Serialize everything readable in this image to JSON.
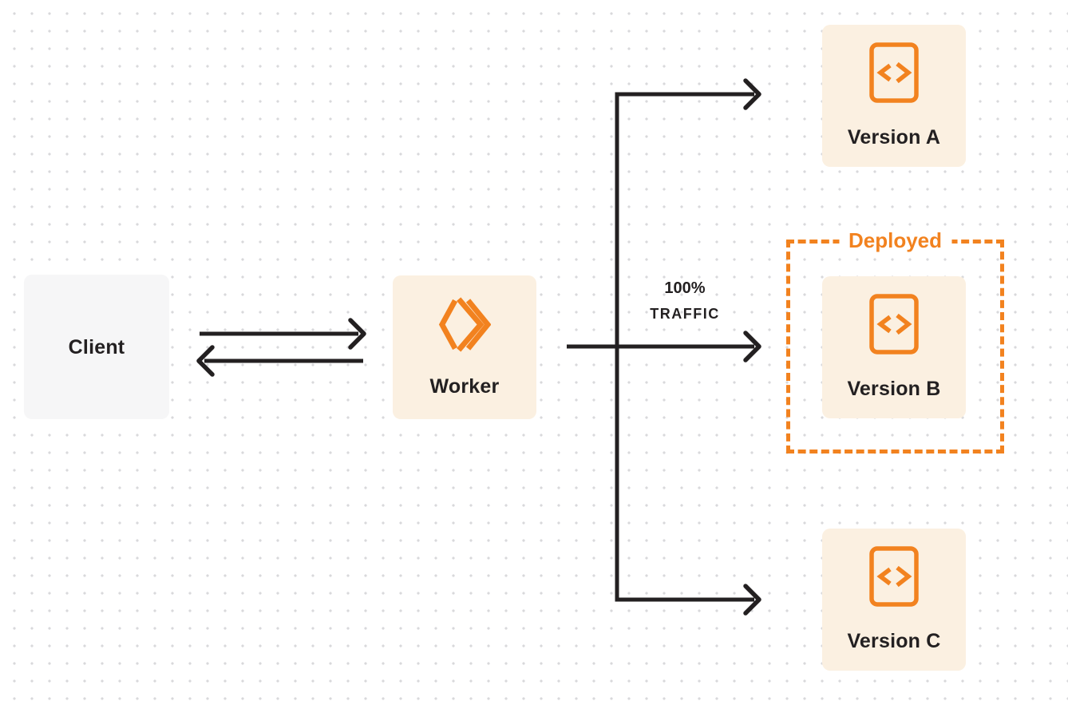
{
  "colors": {
    "accent_orange": "#f2821f",
    "node_fill_cream": "#fbf0e1",
    "client_fill_gray": "#f6f6f7",
    "line_ink": "#232021",
    "background": "#ffffff",
    "dot_grid": "#d9d9db"
  },
  "nodes": {
    "client": {
      "label": "Client"
    },
    "worker": {
      "label": "Worker",
      "icon": "cloudflare-workers-logo-icon"
    },
    "versions": [
      {
        "label": "Version A",
        "icon": "code-file-icon"
      },
      {
        "label": "Version B",
        "icon": "code-file-icon"
      },
      {
        "label": "Version C",
        "icon": "code-file-icon"
      }
    ]
  },
  "deployed_group": {
    "label": "Deployed",
    "contains": "Version B"
  },
  "traffic_label": {
    "line1": "100%",
    "line2": "TRAFFIC"
  }
}
